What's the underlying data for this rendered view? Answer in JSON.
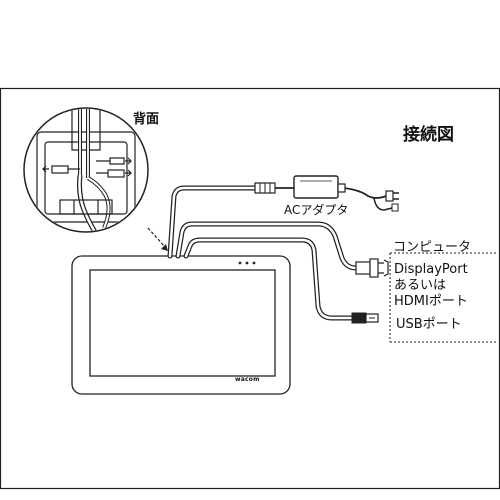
{
  "diagram": {
    "title": "接続図",
    "rear_view_label": "背面",
    "ac_adapter_label": "ACアダプタ",
    "computer_label": "コンピュータ",
    "displayport_label_line1": "DisplayPort",
    "displayport_label_line2": "あるいは",
    "displayport_label_line3": "HDMIポート",
    "usb_port_label": "USBポート",
    "brand_text": "wacom"
  },
  "colors": {
    "background": "#ffffff",
    "line": "#1a1a1a",
    "cable_fill": "#ffffff",
    "device_outline": "#222222"
  }
}
